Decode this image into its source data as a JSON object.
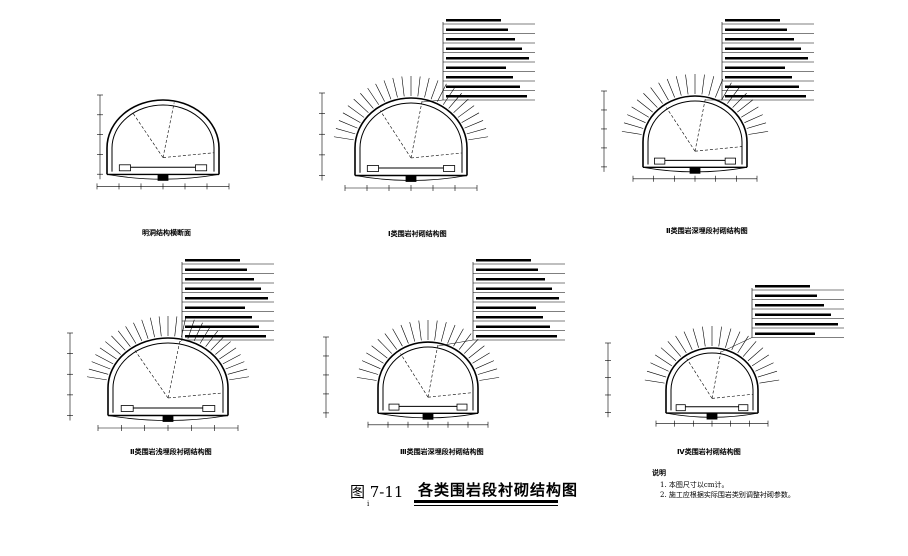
{
  "figure": {
    "number": "图 7-11",
    "title": "各类围岩段衬砌结构图"
  },
  "sections": [
    {
      "id": "open-cut",
      "caption": "明洞结构横断面"
    },
    {
      "id": "grade-1",
      "caption": "Ⅰ类围岩衬砌结构图"
    },
    {
      "id": "grade-2",
      "caption": "Ⅱ类围岩深埋段衬砌结构图"
    },
    {
      "id": "grade-2-shallow",
      "caption": "Ⅱ类围岩浅埋段衬砌结构图"
    },
    {
      "id": "grade-3",
      "caption": "Ⅲ类围岩深埋段衬砌结构图"
    },
    {
      "id": "grade-4",
      "caption": "Ⅳ类围岩衬砌结构图"
    }
  ],
  "notes": {
    "heading": "说明",
    "lines": [
      "1. 本图尺寸以cm计。",
      "2. 施工应根据实际围岩类别调整衬砌参数。"
    ],
    "tail": "i"
  },
  "colors": {
    "ink": "#000000",
    "paper": "#ffffff"
  }
}
